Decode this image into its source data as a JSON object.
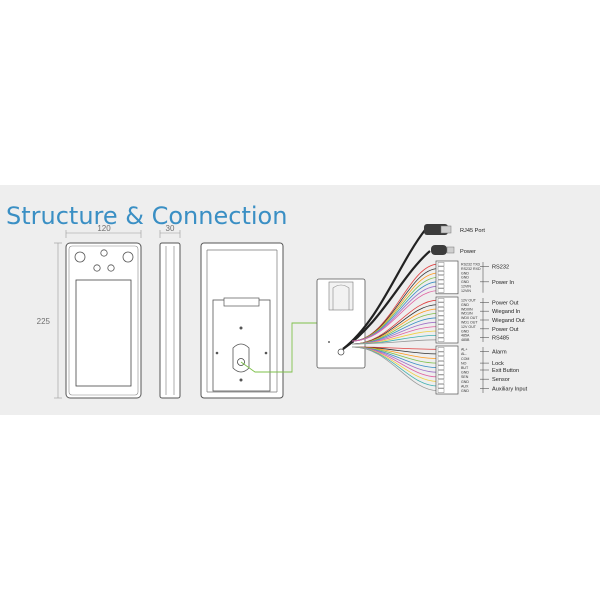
{
  "title": "Structure & Connection",
  "dimensions": {
    "width": "120",
    "depth": "30",
    "height": "225"
  },
  "ports": {
    "rj45": "RJ45 Port",
    "power": "Power"
  },
  "terminals": [
    {
      "pins": [
        "RS232 TXD",
        "RS232 RXD",
        "GND",
        "GND",
        "GND",
        "12VIN",
        "12VIN"
      ],
      "labels": [
        {
          "text": "RS232",
          "row": 0.5
        },
        {
          "text": "Power In",
          "row": 4
        }
      ]
    },
    {
      "pins": [
        "12V OUT",
        "GND",
        "WD0IN",
        "WD1IN",
        "WD0 OUT",
        "WD1 OUT",
        "12V OUT",
        "GND",
        "485A",
        "485B"
      ],
      "labels": [
        {
          "text": "Power Out",
          "row": 0.5
        },
        {
          "text": "Wiegand In",
          "row": 2.5
        },
        {
          "text": "Wiegand Out",
          "row": 4.5
        },
        {
          "text": "Power Out",
          "row": 6.5
        },
        {
          "text": "RS485",
          "row": 8.5
        }
      ]
    },
    {
      "pins": [
        "AL+",
        "AL-",
        "COM",
        "NO",
        "BUT",
        "GND",
        "SEN",
        "GND",
        "AUX",
        "GND"
      ],
      "labels": [
        {
          "text": "Alarm",
          "row": 0.5
        },
        {
          "text": "Lock",
          "row": 3
        },
        {
          "text": "Exit Button",
          "row": 4.5
        },
        {
          "text": "Sensor",
          "row": 6.5
        },
        {
          "text": "Auxiliary Input",
          "row": 8.5
        }
      ]
    }
  ]
}
